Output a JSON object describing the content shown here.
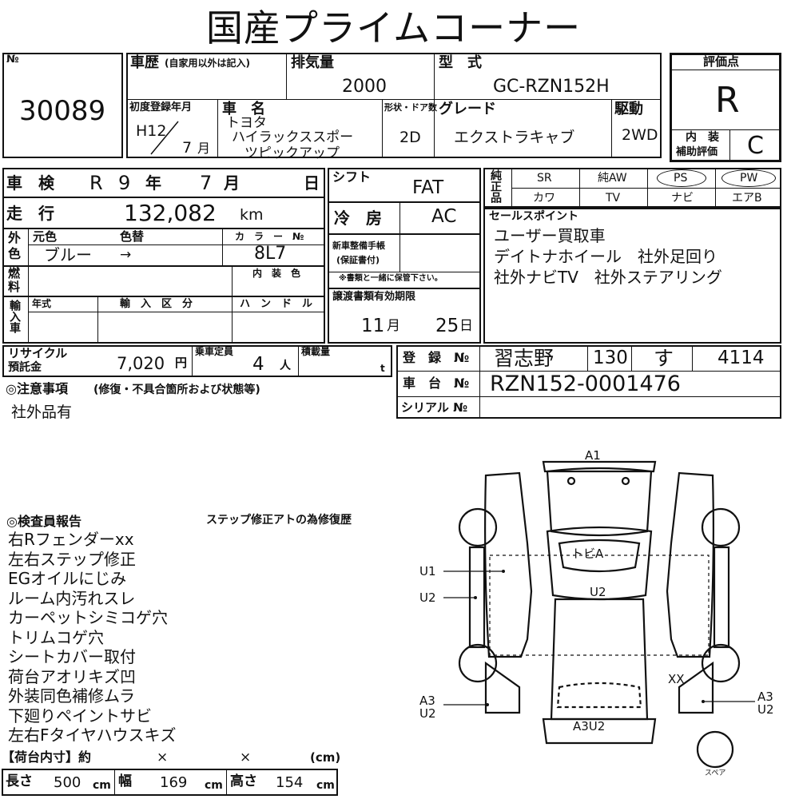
{
  "title": "国産プライムコーナー",
  "header": {
    "no_label": "№",
    "no_value": "30089",
    "history_label": "車歴",
    "history_note": "(自家用以外は記入)",
    "displacement_label": "排気量",
    "displacement_value": "2000",
    "model_label": "型　式",
    "model_value": "GC-RZN152H",
    "first_reg_label": "初度登録年月",
    "first_reg_era": "H12",
    "first_reg_month": "7",
    "first_reg_month_unit": "月",
    "car_name_label": "車　名",
    "maker": "トヨタ",
    "car_name_line1": "ハイラックススポー",
    "car_name_line2": "ツピックアップ",
    "shape_label": "形状・ドア数",
    "shape_value": "2D",
    "grade_label": "グレード",
    "grade_value": "エクストラキャブ",
    "drive_label": "駆動",
    "drive_value": "2WD"
  },
  "evaluation": {
    "label": "評価点",
    "score": "R",
    "interior_label_1": "内　装",
    "interior_label_2": "補助評価",
    "interior_score": "C"
  },
  "inspection": {
    "shaken_label": "車　検",
    "shaken_era": "R",
    "shaken_year": "9",
    "year_unit": "年",
    "shaken_month": "7",
    "month_unit": "月",
    "day_unit": "日",
    "mileage_label": "走　行",
    "mileage_value": "132,082",
    "mileage_unit": "km",
    "color_label_1": "外",
    "color_label_2": "色",
    "orig_color_label": "元色",
    "repaint_label": "色替",
    "orig_color_value": "ブルー",
    "repaint_value": "→",
    "color_no_label": "カ　ラ　ー　№",
    "color_no_value": "8L7",
    "interior_color_label": "内　装　色",
    "fuel_label_1": "燃",
    "fuel_label_2": "料",
    "import_label": "輸入車",
    "year_type_label": "年式",
    "import_type_label": "輸　入　区　分",
    "handle_label": "ハ　ン　ド　ル"
  },
  "shift": {
    "shift_label": "シフト",
    "shift_value": "FAT",
    "ac_label": "冷　房",
    "ac_value": "AC",
    "manual_label_1": "新車整備手帳",
    "manual_label_2": "(保証書付)",
    "manual_note": "※書類と一緒に保管下さい。",
    "transfer_label": "譲渡書類有効期限",
    "transfer_month": "11",
    "transfer_month_unit": "月",
    "transfer_day": "25",
    "transfer_day_unit": "日"
  },
  "equipment": {
    "label": "純正品",
    "items_row1": [
      "SR",
      "純AW",
      "PS",
      "PW"
    ],
    "items_row2": [
      "カワ",
      "TV",
      "ナビ",
      "エアB"
    ]
  },
  "sales_point": {
    "label": "セールスポイント",
    "lines": [
      "ユーザー買取車",
      "デイトナホイール　社外足回り",
      "社外ナビTV　社外ステアリング"
    ]
  },
  "fees": {
    "recycle_label_1": "リサイクル",
    "recycle_label_2": "預託金",
    "recycle_value": "7,020",
    "recycle_unit": "円",
    "capacity_label": "乗車定員",
    "capacity_value": "4",
    "capacity_unit": "人",
    "load_label": "積載量",
    "load_unit": "t"
  },
  "registration": {
    "reg_label": "登　録　№",
    "reg_place": "習志野",
    "reg_class": "130",
    "reg_kana": "す",
    "reg_number": "4114",
    "chassis_label": "車　台　№",
    "chassis_value": "RZN152-0001476",
    "serial_label": "シリアル №"
  },
  "notes": {
    "caution_label": "◎注意事項",
    "caution_sub": "(修復・不具合箇所および状態等)",
    "caution_text": "社外品有",
    "inspector_label": "◎検査員報告",
    "inspector_side_note": "ステップ修正アトの為修復歴",
    "report_lines": [
      "右Rフェンダーxx",
      "左右ステップ修正",
      "EGオイルにじみ",
      "ルーム内汚れスレ",
      "カーペットシミコゲ穴",
      "トリムコゲ穴",
      "シートカバー取付",
      "荷台アオリキズ凹",
      "外装同色補修ムラ",
      "下廻りペイントサビ",
      "左右Fタイヤハウスキズ"
    ]
  },
  "cargo": {
    "label": "【荷台内寸】約",
    "x1": "×",
    "x2": "×",
    "unit_paren": "(cm)",
    "length_label": "長さ",
    "length_value": "500",
    "width_label": "幅",
    "width_value": "169",
    "height_label": "高さ",
    "height_value": "154",
    "unit": "cm"
  },
  "diagram": {
    "a1": "A1",
    "tobi": "トビA",
    "u1": "U1",
    "u2_left": "U2",
    "u2_center": "U2",
    "xx": "XX",
    "a3_left": "A3",
    "u2_left_bottom": "U2",
    "a3u2": "A3U2",
    "a3_right": "A3",
    "u2_right_bottom": "U2",
    "spare": "スペア"
  }
}
